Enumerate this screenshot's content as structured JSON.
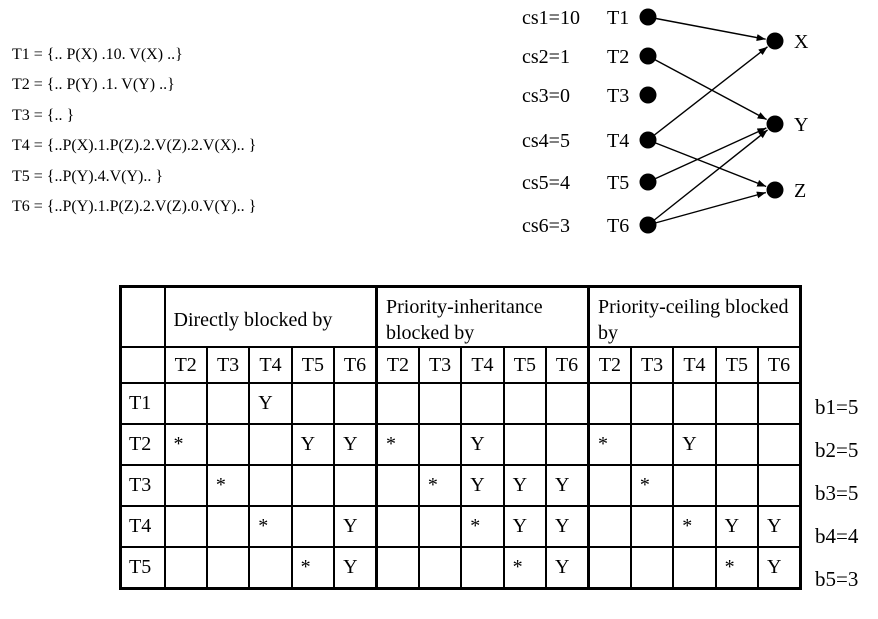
{
  "page": {
    "background": "#ffffff",
    "text_color": "#000000"
  },
  "task_definitions": [
    "T1 = {.. P(X) .10. V(X) ..}",
    "T2 = {.. P(Y) .1. V(Y) ..}",
    "T3 = {.. }",
    "T4 = {..P(X).1.P(Z).2.V(Z).2.V(X).. }",
    "T5 = {..P(Y).4.V(Y).. }",
    "T6 = {..P(Y).1.P(Z).2.V(Z).0.V(Y).. }"
  ],
  "graph": {
    "cs_labels": [
      "cs1=10",
      "cs2=1",
      "cs3=0",
      "cs4=5",
      "cs5=4",
      "cs6=3"
    ],
    "task_nodes": [
      "T1",
      "T2",
      "T3",
      "T4",
      "T5",
      "T6"
    ],
    "resource_nodes": [
      "X",
      "Y",
      "Z"
    ],
    "edges": [
      {
        "from": "T1",
        "to": "X"
      },
      {
        "from": "T2",
        "to": "Y"
      },
      {
        "from": "T4",
        "to": "X"
      },
      {
        "from": "T4",
        "to": "Z"
      },
      {
        "from": "T5",
        "to": "Y"
      },
      {
        "from": "T6",
        "to": "Y"
      },
      {
        "from": "T6",
        "to": "Z"
      }
    ]
  },
  "table": {
    "group_headers": [
      "Directly blocked by",
      "Priority-inheritance blocked by",
      "Priority-ceiling blocked by"
    ],
    "sub_headers": [
      "T2",
      "T3",
      "T4",
      "T5",
      "T6"
    ],
    "rows": [
      {
        "label": "T1",
        "direct": [
          "",
          "",
          "Y",
          "",
          ""
        ],
        "inheritance": [
          "",
          "",
          "",
          "",
          ""
        ],
        "ceiling": [
          "",
          "",
          "",
          "",
          ""
        ]
      },
      {
        "label": "T2",
        "direct": [
          "*",
          "",
          "",
          "Y",
          "Y"
        ],
        "inheritance": [
          "*",
          "",
          "Y",
          "",
          ""
        ],
        "ceiling": [
          "*",
          "",
          "Y",
          "",
          ""
        ]
      },
      {
        "label": "T3",
        "direct": [
          "",
          "*",
          "",
          "",
          ""
        ],
        "inheritance": [
          "",
          "*",
          "Y",
          "Y",
          "Y"
        ],
        "ceiling": [
          "",
          "*",
          "",
          "",
          ""
        ]
      },
      {
        "label": "T4",
        "direct": [
          "",
          "",
          "*",
          "",
          "Y"
        ],
        "inheritance": [
          "",
          "",
          "*",
          "Y",
          "Y"
        ],
        "ceiling": [
          "",
          "",
          "*",
          "Y",
          "Y"
        ]
      },
      {
        "label": "T5",
        "direct": [
          "",
          "",
          "",
          "*",
          "Y"
        ],
        "inheritance": [
          "",
          "",
          "",
          "*",
          "Y"
        ],
        "ceiling": [
          "",
          "",
          "",
          "*",
          "Y"
        ]
      }
    ]
  },
  "blocking_times": [
    "b1=5",
    "b2=5",
    "b3=5",
    "b4=4",
    "b5=3"
  ]
}
